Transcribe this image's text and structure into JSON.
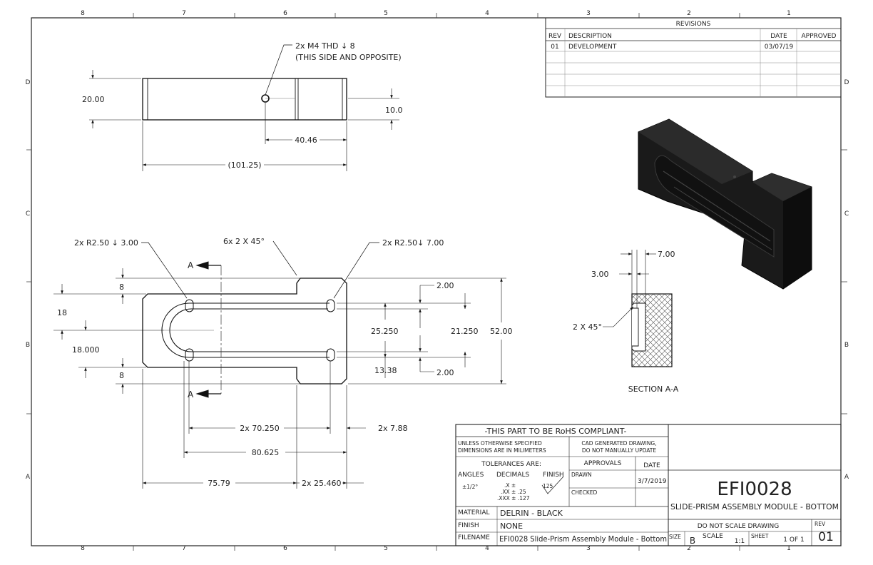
{
  "zones": {
    "columns": [
      "8",
      "7",
      "6",
      "5",
      "4",
      "3",
      "2",
      "1"
    ],
    "rows": [
      "D",
      "C",
      "B",
      "A"
    ]
  },
  "revisions": {
    "title": "REVISIONS",
    "headers": [
      "REV",
      "DESCRIPTION",
      "DATE",
      "APPROVED"
    ],
    "rows": [
      {
        "rev": "01",
        "description": "DEVELOPMENT",
        "date": "03/07/19",
        "approved": ""
      }
    ]
  },
  "top_view": {
    "note_line1": "2x M4 THD ↓ 8",
    "note_line2": "(THIS SIDE AND OPPOSITE)",
    "dim_height": "20.00",
    "dim_hole_height": "10.0",
    "dim_hole_pos": "40.46",
    "dim_length": "(101.25)"
  },
  "front_view": {
    "note_left_radius": "2x R2.50 ↓ 3.00",
    "note_chamfer": "6x 2 X 45°",
    "note_right_radius": "2x R2.50↓ 7.00",
    "section_mark": "A",
    "dim_8_top": "8",
    "dim_18": "18",
    "dim_18000": "18.000",
    "dim_8_bottom": "8",
    "dim_25250": "25.250",
    "dim_21250": "21.250",
    "dim_52": "52.00",
    "dim_2_top": "2.00",
    "dim_1338": "13.38",
    "dim_2_bottom": "2.00",
    "dim_70250": "2x 70.250",
    "dim_788": "2x 7.88",
    "dim_80625": "80.625",
    "dim_7579": "75.79",
    "dim_25460": "2x 25.460"
  },
  "section_view": {
    "dim_700": "7.00",
    "dim_300": "3.00",
    "chamfer": "2 X 45°",
    "label": "SECTION A-A"
  },
  "title_block": {
    "rohs": "-THIS PART TO BE RoHS COMPLIANT-",
    "unless1": "UNLESS OTHERWISE SPECIFIED",
    "unless2": "DIMENSIONS ARE IN MILIMETERS",
    "cad1": "CAD GENERATED DRAWING,",
    "cad2": "DO NOT MANUALLY UPDATE",
    "tolerances": "TOLERANCES ARE:",
    "approvals": "APPROVALS",
    "date_hdr": "DATE",
    "angles": "ANGLES",
    "angles_val": "±1/2°",
    "decimals": "DECIMALS",
    "dec_x": ".X ±",
    "dec_xx": ".XX ± .25",
    "dec_xxx": ".XXX ± .127",
    "finish_hdr": "FINISH",
    "finish_val": "125",
    "drawn": "DRAWN",
    "drawn_date": "3/7/2019",
    "checked": "CHECKED",
    "material_label": "MATERIAL",
    "material": "DELRIN - BLACK",
    "finish_label": "FINISH",
    "finish": "NONE",
    "filename_label": "FILENAME",
    "filename": "EFI0028 Slide-Prism Assembly Module - Bottom",
    "part_number": "EFI0028",
    "part_title": "SLIDE-PRISM ASSEMBLY MODULE - BOTTOM",
    "do_not_scale": "DO NOT SCALE DRAWING",
    "rev_label": "REV",
    "rev": "01",
    "size_label": "SIZE",
    "size": "B",
    "scale_label": "SCALE",
    "scale": "1:1",
    "sheet_label": "SHEET",
    "sheet": "1 OF 1"
  }
}
